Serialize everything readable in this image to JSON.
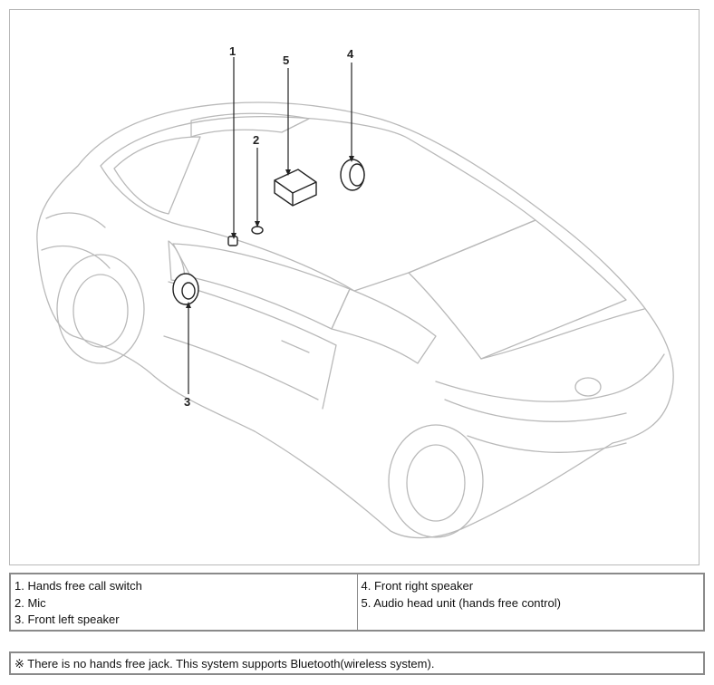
{
  "figure": {
    "callouts": [
      "1",
      "2",
      "3",
      "4",
      "5"
    ]
  },
  "legend": {
    "left": [
      "1. Hands free call switch",
      "2. Mic",
      "3. Front left speaker"
    ],
    "right": [
      "4. Front right speaker",
      "5. Audio head unit (hands free control)"
    ]
  },
  "note": "※ There is no hands free jack. This system supports Bluetooth(wireless system)."
}
